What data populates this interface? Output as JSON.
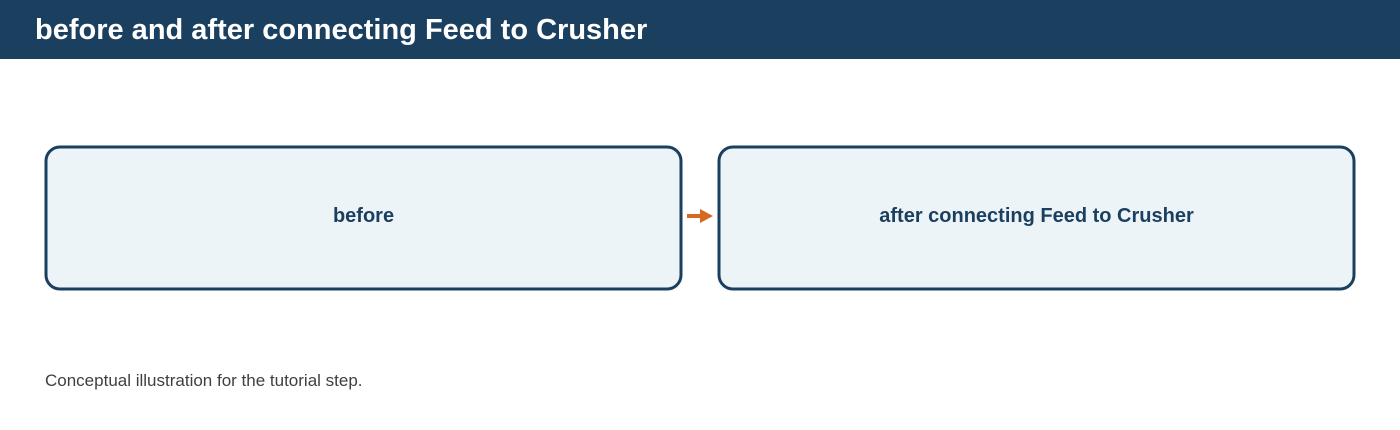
{
  "title": "before and after connecting Feed to Crusher",
  "diagram": {
    "panels": [
      {
        "label": "before"
      },
      {
        "label": "after connecting Feed to Crusher"
      }
    ],
    "connector": "arrow-right-icon"
  },
  "caption": "Conceptual illustration for the tutorial step.",
  "colors": {
    "header_background": "#1a3f5f",
    "header_text": "#ffffff",
    "panel_fill": "#ecf4f8",
    "panel_border": "#1a3f5f",
    "panel_text": "#1a3f5f",
    "arrow": "#d4691f",
    "caption_text": "#3f3f3f"
  }
}
